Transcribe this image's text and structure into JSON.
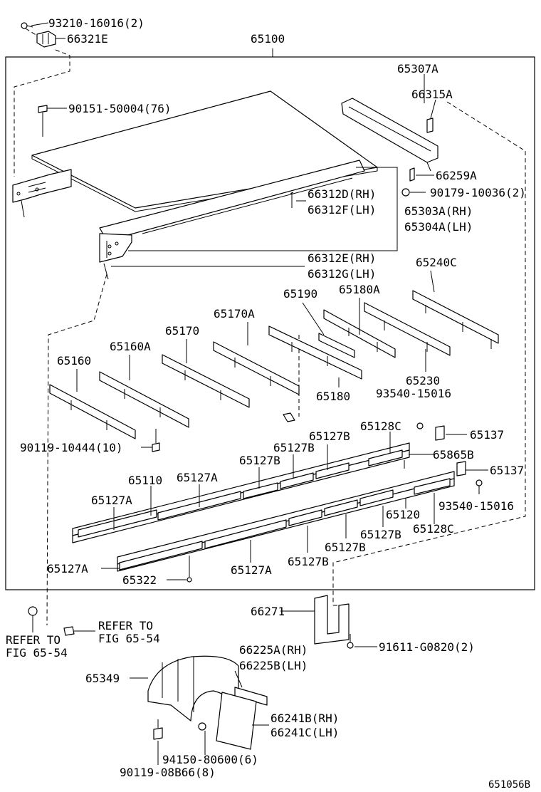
{
  "diagram_id": "651056B",
  "assembly_label": "65100",
  "part_labels": {
    "p93210": "93210-16016(2)",
    "p66321E": "66321E",
    "p90151": "90151-50004(76)",
    "p65307A": "65307A",
    "p66315A": "66315A",
    "p66259A": "66259A",
    "p90179": "90179-10036(2)",
    "p66312D": "66312D(RH)",
    "p66312F": "66312F(LH)",
    "p65303A": "65303A(RH)",
    "p65304A": "65304A(LH)",
    "p66312E": "66312E(RH)",
    "p66312G": "66312G(LH)",
    "p65240C": "65240C",
    "p65190": "65190",
    "p65180A": "65180A",
    "p65170A": "65170A",
    "p65170": "65170",
    "p65160A": "65160A",
    "p65160": "65160",
    "p65230": "65230",
    "p93540a": "93540-15016",
    "p65180": "65180",
    "p90119a": "90119-10444(10)",
    "p65137a": "65137",
    "p65128Ca": "65128C",
    "p65127Ba": "65127B",
    "p65127Bb": "65127B",
    "p65127Bc": "65127B",
    "p65865B": "65865B",
    "p65137b": "65137",
    "p65110": "65110",
    "p65127Aa": "65127A",
    "p65127Ab": "65127A",
    "p93540b": "93540-15016",
    "p65120": "65120",
    "p65128Cb": "65128C",
    "p65127Bd": "65127B",
    "p65127Be": "65127B",
    "p65127Bf": "65127B",
    "p65127Ac": "65127A",
    "p65127Ad": "65127A",
    "p65322": "65322",
    "p66271": "66271",
    "p91611": "91611-G0820(2)",
    "p66225A": "66225A(RH)",
    "p66225B": "66225B(LH)",
    "p65349": "65349",
    "p66241B": "66241B(RH)",
    "p66241C": "66241C(LH)",
    "p94150": "94150-80600(6)",
    "p90119b": "90119-08B66(8)"
  },
  "refer_left": {
    "line1": "REFER TO",
    "line2": "FIG 65-54"
  },
  "refer_right": {
    "line1": "REFER TO",
    "line2": "FIG 65-54"
  }
}
